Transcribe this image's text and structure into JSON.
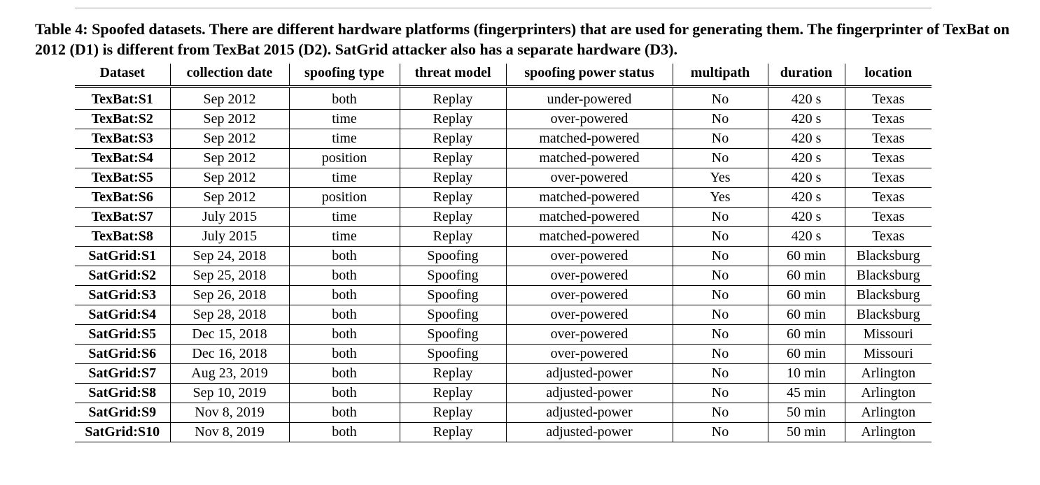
{
  "caption": "Table 4: Spoofed datasets. There are different hardware platforms (fingerprinters) that are used for generating them. The fingerprinter of TexBat on 2012 (D1) is different from TexBat 2015 (D2). SatGrid attacker also has a separate hardware (D3).",
  "table": {
    "headers": [
      "Dataset",
      "collection date",
      "spoofing type",
      "threat model",
      "spoofing power status",
      "multipath",
      "duration",
      "location"
    ],
    "rows": [
      [
        "TexBat:S1",
        "Sep 2012",
        "both",
        "Replay",
        "under-powered",
        "No",
        "420 s",
        "Texas"
      ],
      [
        "TexBat:S2",
        "Sep 2012",
        "time",
        "Replay",
        "over-powered",
        "No",
        "420 s",
        "Texas"
      ],
      [
        "TexBat:S3",
        "Sep 2012",
        "time",
        "Replay",
        "matched-powered",
        "No",
        "420 s",
        "Texas"
      ],
      [
        "TexBat:S4",
        "Sep 2012",
        "position",
        "Replay",
        "matched-powered",
        "No",
        "420 s",
        "Texas"
      ],
      [
        "TexBat:S5",
        "Sep 2012",
        "time",
        "Replay",
        "over-powered",
        "Yes",
        "420 s",
        "Texas"
      ],
      [
        "TexBat:S6",
        "Sep 2012",
        "position",
        "Replay",
        "matched-powered",
        "Yes",
        "420 s",
        "Texas"
      ],
      [
        "TexBat:S7",
        "July 2015",
        "time",
        "Replay",
        "matched-powered",
        "No",
        "420 s",
        "Texas"
      ],
      [
        "TexBat:S8",
        "July 2015",
        "time",
        "Replay",
        "matched-powered",
        "No",
        "420 s",
        "Texas"
      ],
      [
        "SatGrid:S1",
        "Sep 24, 2018",
        "both",
        "Spoofing",
        "over-powered",
        "No",
        "60 min",
        "Blacksburg"
      ],
      [
        "SatGrid:S2",
        "Sep 25, 2018",
        "both",
        "Spoofing",
        "over-powered",
        "No",
        "60 min",
        "Blacksburg"
      ],
      [
        "SatGrid:S3",
        "Sep 26, 2018",
        "both",
        "Spoofing",
        "over-powered",
        "No",
        "60 min",
        "Blacksburg"
      ],
      [
        "SatGrid:S4",
        "Sep 28, 2018",
        "both",
        "Spoofing",
        "over-powered",
        "No",
        "60 min",
        "Blacksburg"
      ],
      [
        "SatGrid:S5",
        "Dec 15, 2018",
        "both",
        "Spoofing",
        "over-powered",
        "No",
        "60 min",
        "Missouri"
      ],
      [
        "SatGrid:S6",
        "Dec 16, 2018",
        "both",
        "Spoofing",
        "over-powered",
        "No",
        "60 min",
        "Missouri"
      ],
      [
        "SatGrid:S7",
        "Aug 23, 2019",
        "both",
        "Replay",
        "adjusted-power",
        "No",
        "10 min",
        "Arlington"
      ],
      [
        "SatGrid:S8",
        "Sep 10, 2019",
        "both",
        "Replay",
        "adjusted-power",
        "No",
        "45 min",
        "Arlington"
      ],
      [
        "SatGrid:S9",
        "Nov 8, 2019",
        "both",
        "Replay",
        "adjusted-power",
        "No",
        "50 min",
        "Arlington"
      ],
      [
        "SatGrid:S10",
        "Nov 8, 2019",
        "both",
        "Replay",
        "adjusted-power",
        "No",
        "50 min",
        "Arlington"
      ]
    ]
  }
}
